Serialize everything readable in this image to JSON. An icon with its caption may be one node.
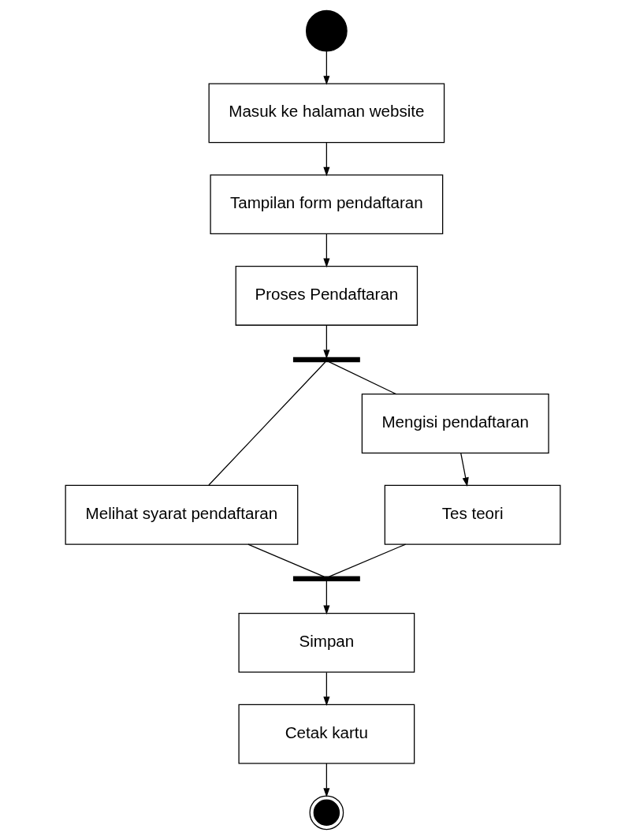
{
  "diagram": {
    "nodes": [
      {
        "text": [],
        "shape": "circle"
      },
      {
        "text": [
          "Masuk ke halaman website"
        ]
      },
      {
        "text": [
          "Tampilan form pendaftaran"
        ]
      },
      {
        "text": [
          "Proses Pendaftaran"
        ]
      },
      {
        "text": [],
        "shape": "bar"
      },
      {
        "text": [
          "Melihat syarat pendaftaran"
        ]
      },
      {
        "text": [
          "Mengisi pendaftaran"
        ]
      },
      {
        "text": [
          "Tes teori"
        ]
      },
      {
        "text": [],
        "shape": "bar"
      },
      {
        "text": [
          "Simpan"
        ]
      },
      {
        "text": [
          "Cetak kartu"
        ]
      },
      {
        "text": [],
        "shape": "circle"
      }
    ],
    "edges": [
      {
        "from": 0,
        "to": 1,
        "arrow": "to"
      },
      {
        "from": 1,
        "to": 2,
        "arrow": "to"
      },
      {
        "from": 2,
        "to": 3,
        "arrow": "to"
      },
      {
        "from": 3,
        "to": 4,
        "arrow": "to"
      },
      {
        "from": 4,
        "to": 5,
        "arrow": "none"
      },
      {
        "from": 4,
        "to": 6,
        "arrow": "none"
      },
      {
        "from": 6,
        "to": 7,
        "arrow": "to"
      },
      {
        "from": 5,
        "to": 8,
        "arrow": "none"
      },
      {
        "from": 7,
        "to": 8,
        "arrow": "none"
      },
      {
        "from": 8,
        "to": 9,
        "arrow": "to"
      },
      {
        "from": 9,
        "to": 10,
        "arrow": "to"
      },
      {
        "from": 10,
        "to": 11,
        "arrow": "to"
      }
    ]
  }
}
